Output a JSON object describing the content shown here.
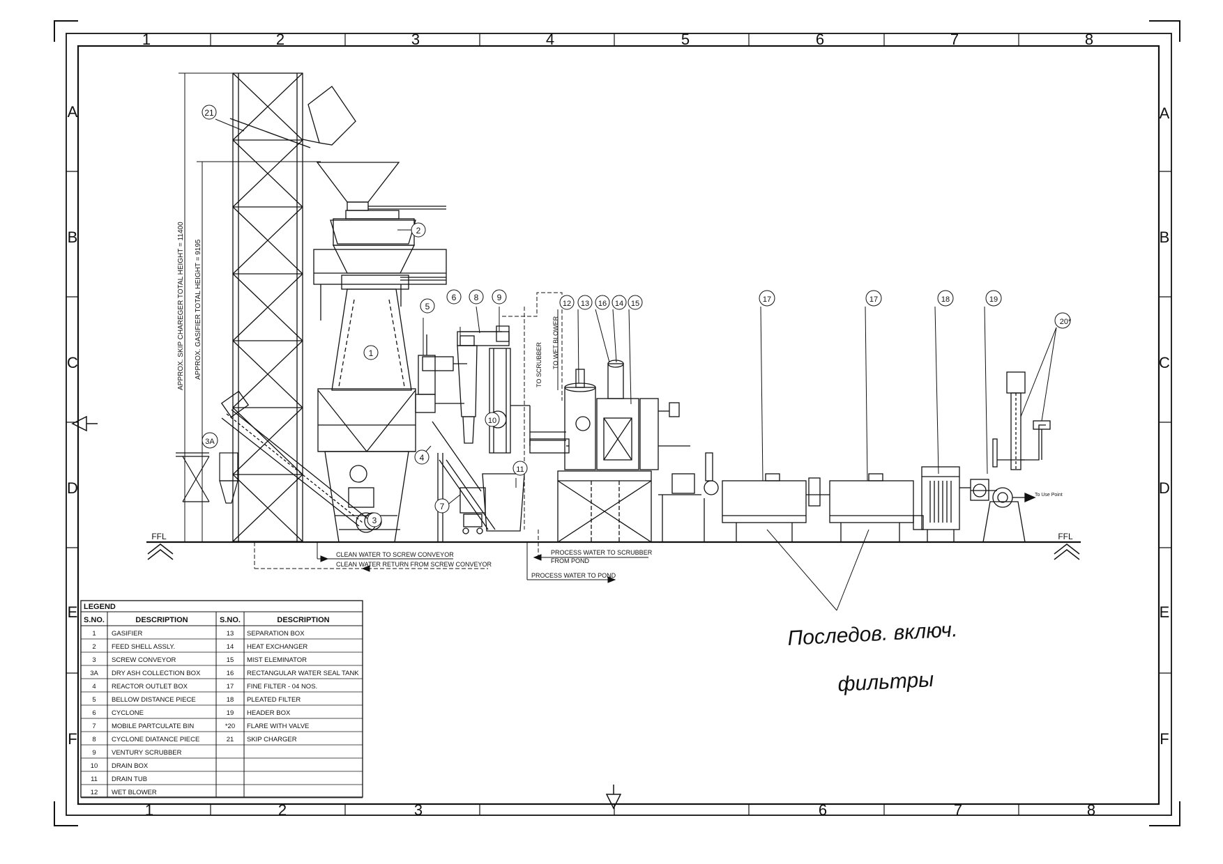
{
  "grid": {
    "columns": [
      "1",
      "2",
      "3",
      "4",
      "5",
      "6",
      "7",
      "8"
    ],
    "bottom_columns": [
      "1",
      "2",
      "3",
      "",
      "",
      "6",
      "7",
      "8"
    ],
    "rows": [
      "A",
      "B",
      "C",
      "D",
      "E",
      "F"
    ]
  },
  "dimensions": [
    "APPROX. SKIP CHAREGER TOTAL HEIGHT = 11400",
    "APPROX. GASIFIER TOTAL HEIGHT = 9195"
  ],
  "floor_label": "FFL",
  "balloons": [
    "21",
    "2",
    "1",
    "3",
    "3A",
    "4",
    "5",
    "6",
    "8",
    "9",
    "10",
    "7",
    "11",
    "12",
    "13",
    "16",
    "14",
    "15",
    "17",
    "17",
    "18",
    "19",
    "20*"
  ],
  "process_labels": {
    "to_scrubber": "TO SCRUBBER",
    "to_wet_blower": "TO WET BLOWER",
    "clean_water_to": "CLEAN WATER TO SCREW CONVEYOR",
    "clean_water_return": "CLEAN WATER RETURN FROM SCREW CONVEYOR",
    "process_water_to_scrubber": "PROCESS WATER TO SCRUBBER",
    "from_pond": "FROM POND",
    "process_water_to_pond": "PROCESS WATER TO POND",
    "to_use_point": "To Use Point"
  },
  "legend": {
    "title": "LEGEND",
    "headers": [
      "S.NO.",
      "DESCRIPTION",
      "S.NO.",
      "DESCRIPTION"
    ],
    "rows": [
      [
        "1",
        "GASIFIER",
        "13",
        "SEPARATION BOX"
      ],
      [
        "2",
        "FEED SHELL ASSLY.",
        "14",
        "HEAT EXCHANGER"
      ],
      [
        "3",
        "SCREW CONVEYOR",
        "15",
        "MIST ELEMINATOR"
      ],
      [
        "3A",
        "DRY ASH COLLECTION BOX",
        "16",
        "RECTANGULAR WATER SEAL TANK"
      ],
      [
        "4",
        "REACTOR OUTLET BOX",
        "17",
        "FINE FILTER - 04 NOS."
      ],
      [
        "5",
        "BELLOW DISTANCE PIECE",
        "18",
        "PLEATED FILTER"
      ],
      [
        "6",
        "CYCLONE",
        "19",
        "HEADER BOX"
      ],
      [
        "7",
        "MOBILE PARTCULATE BIN",
        "*20",
        "FLARE WITH VALVE"
      ],
      [
        "8",
        "CYCLONE DIATANCE PIECE",
        "21",
        "SKIP CHARGER"
      ],
      [
        "9",
        "VENTURY SCRUBBER",
        "",
        ""
      ],
      [
        "10",
        "DRAIN BOX",
        "",
        ""
      ],
      [
        "11",
        "DRAIN TUB",
        "",
        ""
      ],
      [
        "12",
        "WET BLOWER",
        "",
        ""
      ]
    ]
  },
  "handwritten_note": [
    "Последов. включ.",
    "фильтры"
  ]
}
